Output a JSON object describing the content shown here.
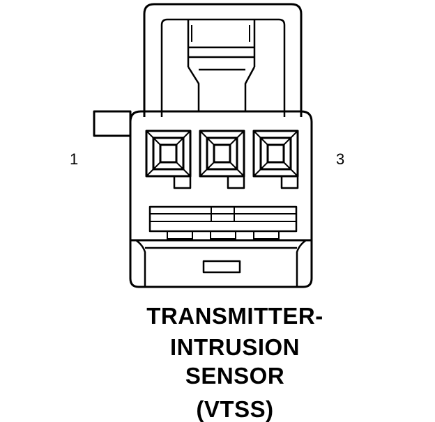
{
  "connector": {
    "pin_left_label": "1",
    "pin_right_label": "3",
    "caption_lines": [
      "TRANSMITTER-",
      "INTRUSION",
      "SENSOR",
      "(VTSS)"
    ],
    "cavity_count": 3
  },
  "colors": {
    "line": "#000000",
    "background": "#ffffff"
  }
}
